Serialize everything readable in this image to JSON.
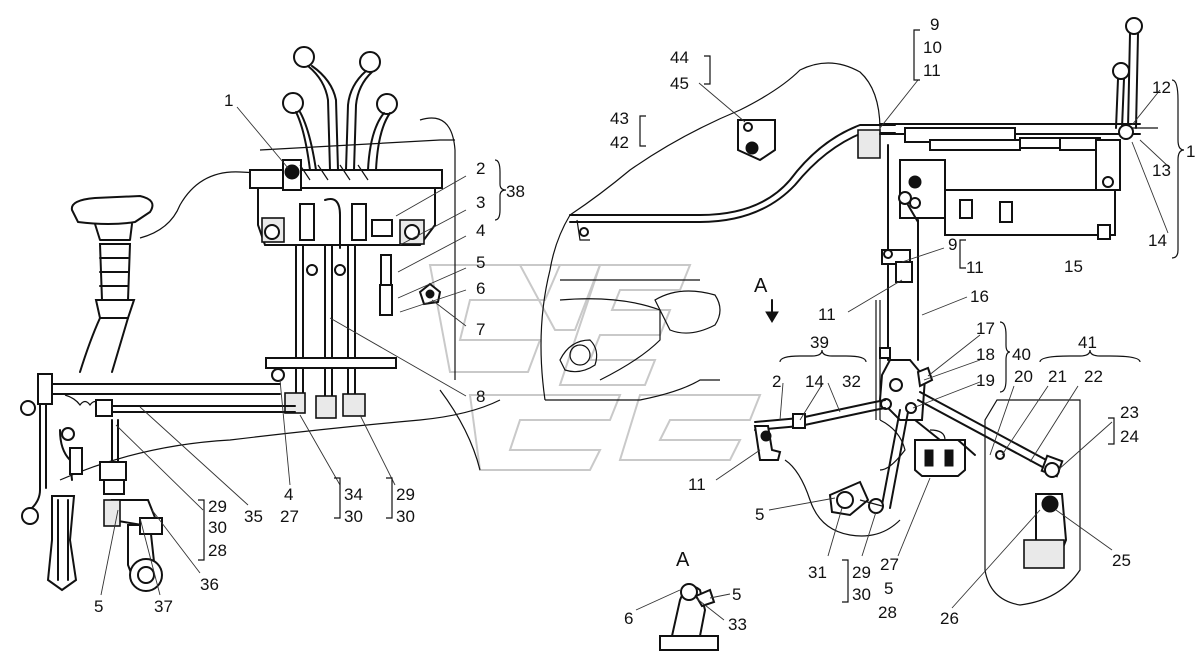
{
  "callouts": {
    "l1": "1",
    "l2": "2",
    "l3": "3",
    "l4": "4",
    "l5": "5",
    "l6": "6",
    "l7": "7",
    "l8": "8",
    "l38": "38",
    "l35": "35",
    "l4b": "4",
    "l27": "27",
    "l34": "34",
    "l30a": "30",
    "l29a": "29",
    "l30b": "30",
    "l29b": "29",
    "l30c": "30",
    "l28a": "28",
    "l5b": "5",
    "l37": "37",
    "l36": "36",
    "r44": "44",
    "r45": "45",
    "r43": "43",
    "r42": "42",
    "r9": "9",
    "r10": "10",
    "r11": "11",
    "r12": "12",
    "r13": "13",
    "r1": "1",
    "r14": "14",
    "r15": "15",
    "r9b": "9",
    "r11b": "11",
    "r11c": "11",
    "r16": "16",
    "r17": "17",
    "r18": "18",
    "r19": "19",
    "r40": "40",
    "r39": "39",
    "r2": "2",
    "r14b": "14",
    "r32": "32",
    "r41": "41",
    "r20": "20",
    "r21": "21",
    "r22": "22",
    "r23": "23",
    "r24": "24",
    "r11d": "11",
    "r5": "5",
    "r31": "31",
    "r29": "29",
    "r30": "30",
    "r27": "27",
    "r5c": "5",
    "r28": "28",
    "r26": "26",
    "r25": "25",
    "viewA": "A",
    "detA": "A",
    "d6": "6",
    "d5": "5",
    "d33": "33"
  }
}
